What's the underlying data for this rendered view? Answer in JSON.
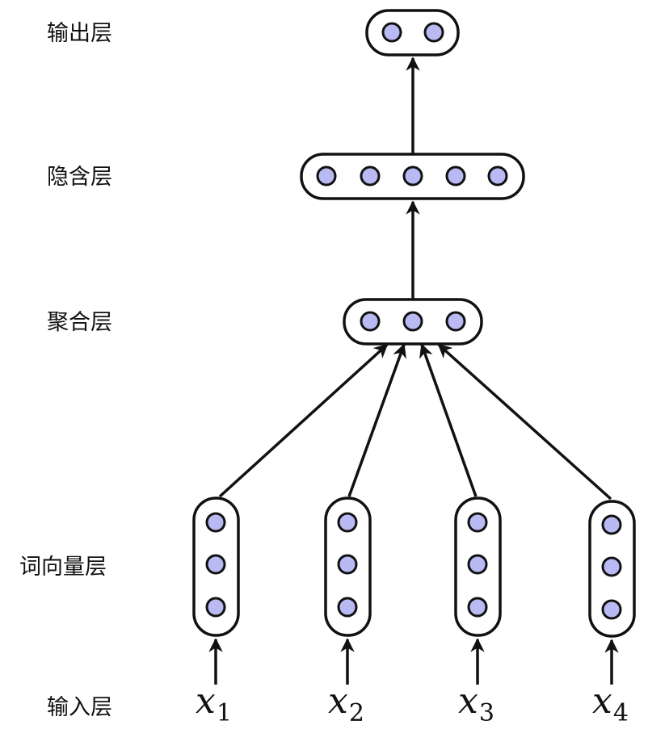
{
  "layers": {
    "output": {
      "label": "输出层",
      "neurons": 2
    },
    "hidden": {
      "label": "隐含层",
      "neurons": 5
    },
    "aggregation": {
      "label": "聚合层",
      "neurons": 3
    },
    "word_vector": {
      "label": "词向量层",
      "groups": 4,
      "neurons_per_group": 3
    },
    "input": {
      "label": "输入层"
    }
  },
  "inputs": [
    {
      "var": "x",
      "sub": "1"
    },
    {
      "var": "x",
      "sub": "2"
    },
    {
      "var": "x",
      "sub": "3"
    },
    {
      "var": "x",
      "sub": "4"
    }
  ],
  "colors": {
    "neuron_fill": "#b9b9f4",
    "stroke": "#111111",
    "background": "#ffffff"
  }
}
